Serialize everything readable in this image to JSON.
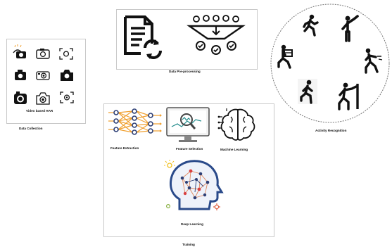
{
  "captions": {
    "video_har": "Video based HAR",
    "data_collection": "Data Collection",
    "data_preprocessing": "Data Pre-processing",
    "activity_recognition": "Activity Recognition",
    "feature_extraction": "Feature Extraction",
    "feature_selection": "Feature Selection",
    "machine_learning": "Machine Learning",
    "deep_learning": "Deep Learning",
    "training": "Training"
  },
  "colors": {
    "border": "#c9c9c9",
    "ink": "#111111",
    "orange": "#f0a030",
    "node_blue": "#2c3e75",
    "node_red": "#d94040",
    "screen_teal": "#1f8a8a",
    "head_blue": "#2a4a8a"
  },
  "icons": {
    "camera_grid": [
      "camera-icon"
    ],
    "preprocessing": [
      "document-sync-icon",
      "filter-funnel-icon"
    ],
    "activities": [
      "walking-person-icon",
      "pointing-person-icon",
      "kicking-person-icon",
      "carrying-box-person-icon",
      "running-person-icon",
      "stick-person-icon"
    ],
    "training": [
      "neural-network-icon",
      "monitor-search-icon",
      "brain-circuit-icon",
      "head-network-icon"
    ]
  }
}
